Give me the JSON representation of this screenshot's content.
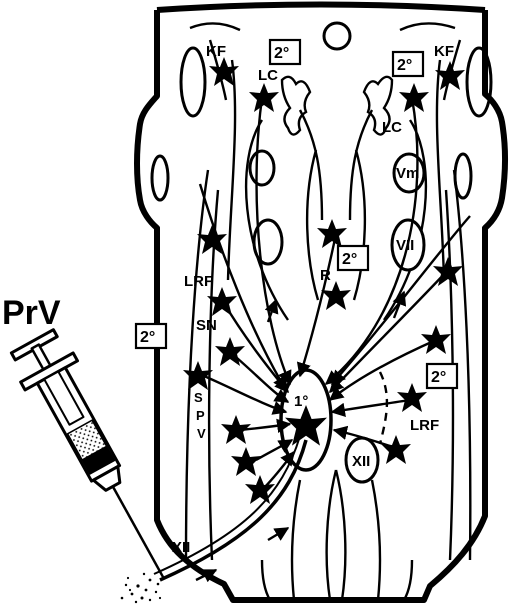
{
  "labels": {
    "syringe": "PrV",
    "kf": "KF",
    "lc": "LC",
    "vm": "Vm",
    "vii": "VII",
    "r": "R",
    "lrf": "LRF",
    "sn": "SN",
    "s": "S",
    "p": "P",
    "v": "V",
    "xii": "XII",
    "primary": "1°",
    "secondary": "2°"
  },
  "colors": {
    "ink": "#000000",
    "paper": "#ffffff"
  }
}
